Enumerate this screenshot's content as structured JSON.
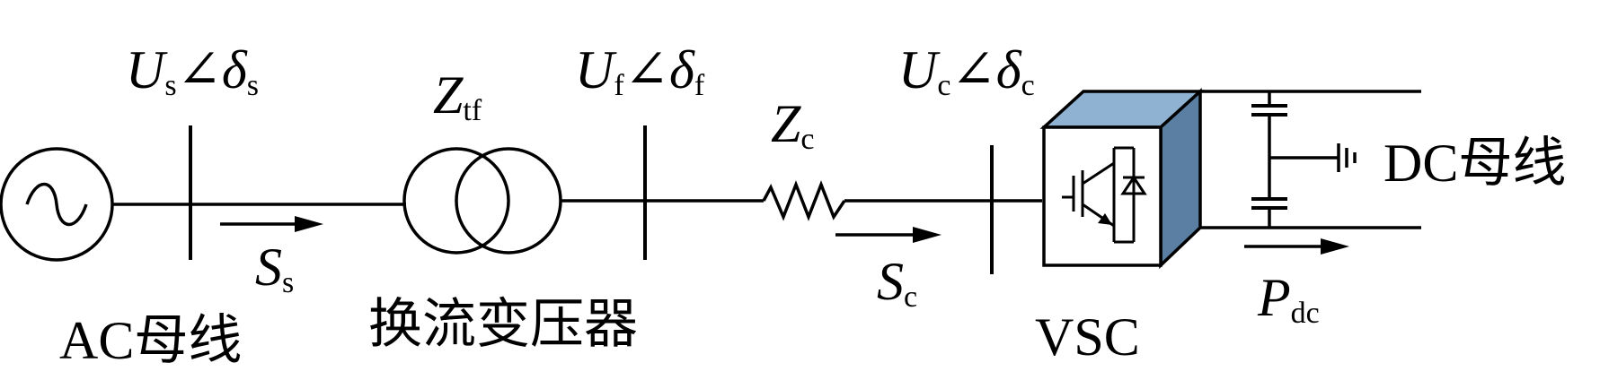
{
  "labels": {
    "us_main": "U",
    "us_sub": "s",
    "angle_sym": "∠",
    "delta": "δ",
    "ds_sub": "s",
    "ztf_main": "Z",
    "ztf_sub": "tf",
    "uf_main": "U",
    "uf_sub": "f",
    "df_sub": "f",
    "zc_main": "Z",
    "zc_sub": "c",
    "uc_main": "U",
    "uc_sub": "c",
    "dc_sub": "c",
    "ss_main": "S",
    "ss_sub": "s",
    "sc_main": "S",
    "sc_sub": "c",
    "pdc_main": "P",
    "pdc_sub": "dc",
    "ac_bus": "AC母线",
    "transformer": "换流变压器",
    "vsc": "VSC",
    "dc_bus": "DC母线"
  },
  "colors": {
    "line": "#000000",
    "vsc_front": "#ffffff",
    "vsc_top": "#8fb2d2",
    "vsc_side": "#5a7fa3"
  }
}
